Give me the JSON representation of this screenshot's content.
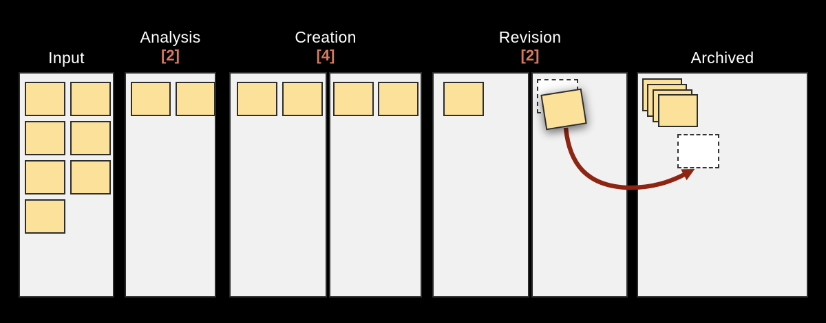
{
  "board_type": "kanban",
  "columns": [
    {
      "key": "input",
      "title": "Input",
      "wip_limit": "",
      "card_count": 7,
      "subcolumns": 1
    },
    {
      "key": "analysis",
      "title": "Analysis",
      "wip_limit": "[2]",
      "card_count": 2,
      "subcolumns": 1
    },
    {
      "key": "creation",
      "title": "Creation",
      "wip_limit": "[4]",
      "card_count": 4,
      "subcolumns": 2
    },
    {
      "key": "revision",
      "title": "Revision",
      "wip_limit": "[2]",
      "card_count": 2,
      "subcolumns": 2,
      "has_moving_card": true,
      "has_ghost_slot": true
    },
    {
      "key": "archived",
      "title": "Archived",
      "wip_limit": "",
      "card_count": 4,
      "subcolumns": 1,
      "has_drop_target": true
    }
  ],
  "colors": {
    "background": "#000000",
    "panel": "#f1f1f1",
    "panel_border": "#2b2b2b",
    "card": "#fbe19a",
    "card_border": "#2d2d2d",
    "title": "#ffffff",
    "limit": "#d9785f",
    "arrow": "#8e2512",
    "ghost_border": "#333333",
    "drop_fill": "#ffffff"
  }
}
